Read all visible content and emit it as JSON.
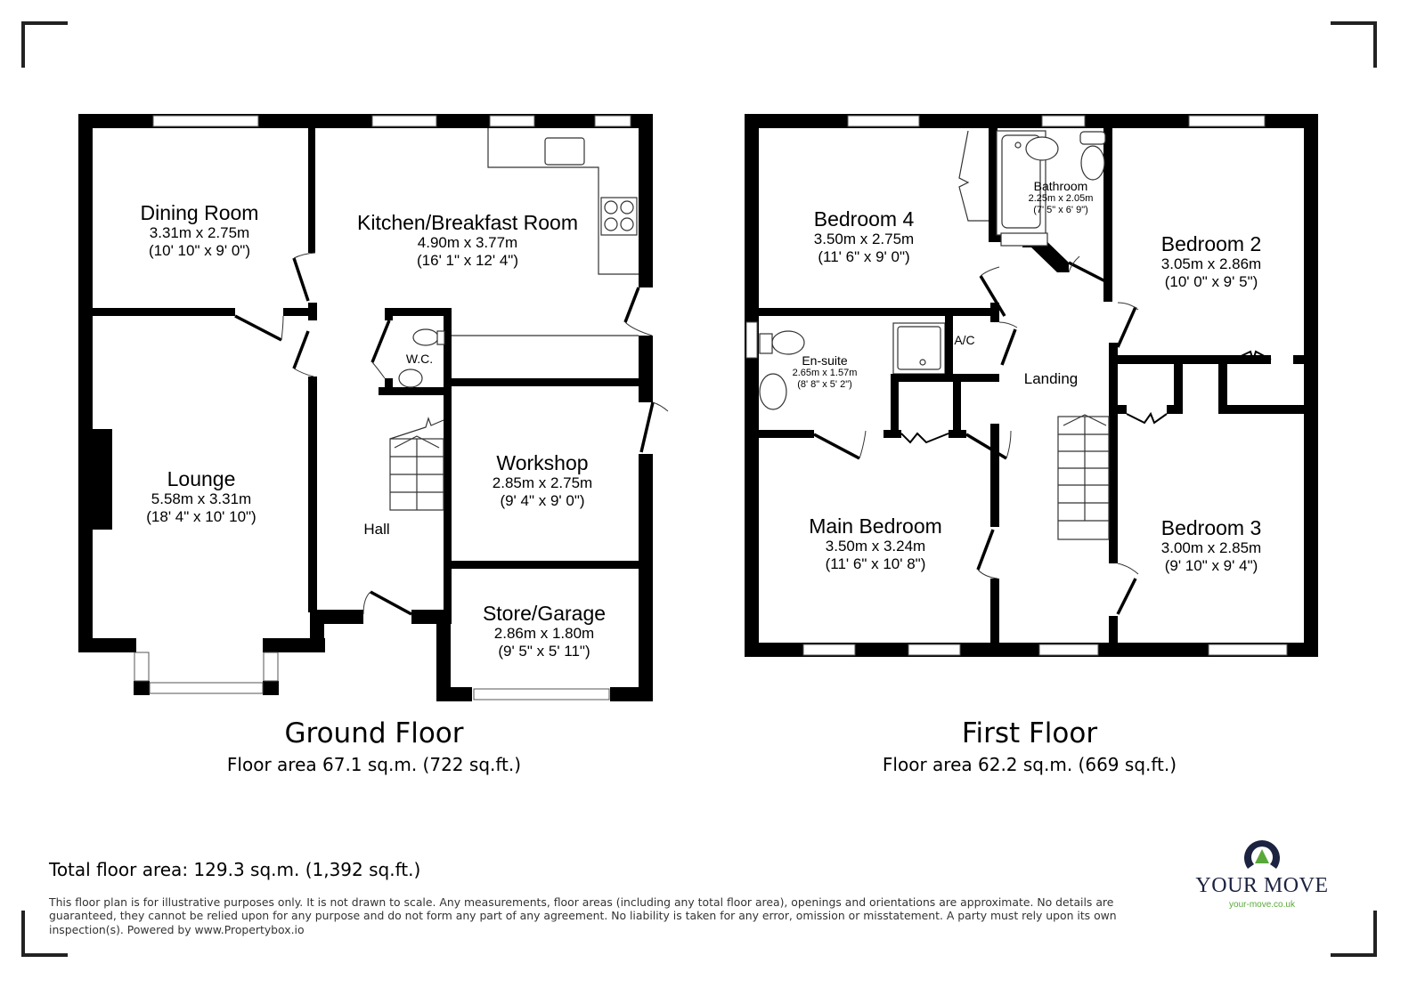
{
  "ground_floor": {
    "title": "Ground Floor",
    "area": "Floor area 67.1 sq.m. (722 sq.ft.)",
    "rooms": [
      {
        "name": "Dining Room",
        "metric": "3.31m x 2.75m",
        "imperial": "(10' 10\" x 9' 0\")"
      },
      {
        "name": "Kitchen/Breakfast Room",
        "metric": "4.90m x 3.77m",
        "imperial": "(16' 1\" x 12' 4\")"
      },
      {
        "name": "W.C."
      },
      {
        "name": "Lounge",
        "metric": "5.58m x 3.31m",
        "imperial": "(18' 4\" x 10' 10\")"
      },
      {
        "name": "Hall"
      },
      {
        "name": "Workshop",
        "metric": "2.85m x 2.75m",
        "imperial": "(9' 4\" x 9' 0\")"
      },
      {
        "name": "Store/Garage",
        "metric": "2.86m x 1.80m",
        "imperial": "(9' 5\" x 5' 11\")"
      }
    ]
  },
  "first_floor": {
    "title": "First Floor",
    "area": "Floor area 62.2 sq.m. (669 sq.ft.)",
    "rooms": [
      {
        "name": "Bedroom 4",
        "metric": "3.50m x 2.75m",
        "imperial": "(11' 6\" x 9' 0\")"
      },
      {
        "name": "Bathroom",
        "metric": "2.25m x 2.05m",
        "imperial": "(7' 5\" x 6' 9\")"
      },
      {
        "name": "Bedroom 2",
        "metric": "3.05m x 2.86m",
        "imperial": "(10' 0\" x 9' 5\")"
      },
      {
        "name": "En-suite",
        "metric": "2.65m x 1.57m",
        "imperial": "(8' 8\" x 5' 2\")"
      },
      {
        "name": "A/C"
      },
      {
        "name": "Landing"
      },
      {
        "name": "Main Bedroom",
        "metric": "3.50m x 3.24m",
        "imperial": "(11' 6\" x 10' 8\")"
      },
      {
        "name": "Bedroom 3",
        "metric": "3.00m x 2.85m",
        "imperial": "(9' 10\" x 9' 4\")"
      }
    ]
  },
  "total": "Total floor area: 129.3 sq.m. (1,392 sq.ft.)",
  "disclaimer": "This floor plan is for illustrative purposes only. It is not drawn to scale. Any measurements, floor areas (including any total floor area), openings and orientations are approximate. No details are guaranteed, they cannot be relied upon for any purpose and do not form any part of any agreement. No liability is taken for any error, omission or misstatement. A party must rely upon its own inspection(s). Powered by www.Propertybox.io",
  "logo": {
    "brand": "YOUR MOVE",
    "url": "your-move.co.uk",
    "icon": "house-arch-icon",
    "colors": {
      "navy": "#1c2340",
      "green": "#5aa83a"
    }
  }
}
